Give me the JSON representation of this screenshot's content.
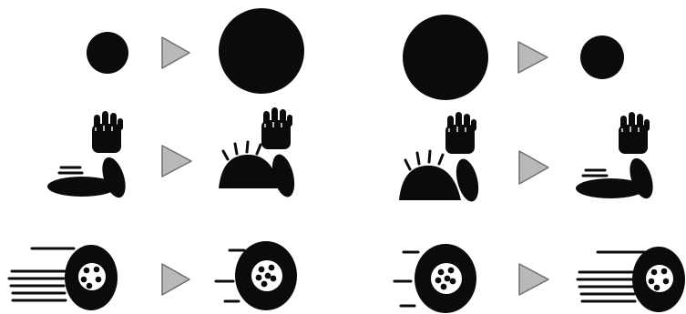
{
  "colors": {
    "ink": "#0b0b0b",
    "arrow_fill": "#b9b9b9",
    "arrow_stroke": "#6f6f6f",
    "background": "#ffffff"
  },
  "icons": {
    "small_circle": "small-circle-icon",
    "large_circle": "large-circle-icon",
    "arrow": "right-triangle-arrow-icon",
    "flat_arm": "flat-arm-fist-icon",
    "bumped_arm": "bumped-arm-fist-icon",
    "fast_wheel": "fast-wheel-icon",
    "slow_wheel": "slow-wheel-icon"
  },
  "panels": [
    {
      "name": "left-panel",
      "rows": [
        {
          "name": "circle-row",
          "from": "small-circle",
          "to": "large-circle"
        },
        {
          "name": "arm-row",
          "from": "flat-arm",
          "to": "bumped-arm"
        },
        {
          "name": "wheel-row",
          "from": "fast-wheel",
          "to": "slow-wheel"
        }
      ]
    },
    {
      "name": "right-panel",
      "rows": [
        {
          "name": "circle-row",
          "from": "large-circle",
          "to": "small-circle"
        },
        {
          "name": "arm-row",
          "from": "bumped-arm",
          "to": "flat-arm"
        },
        {
          "name": "wheel-row",
          "from": "slow-wheel",
          "to": "fast-wheel"
        }
      ]
    }
  ]
}
